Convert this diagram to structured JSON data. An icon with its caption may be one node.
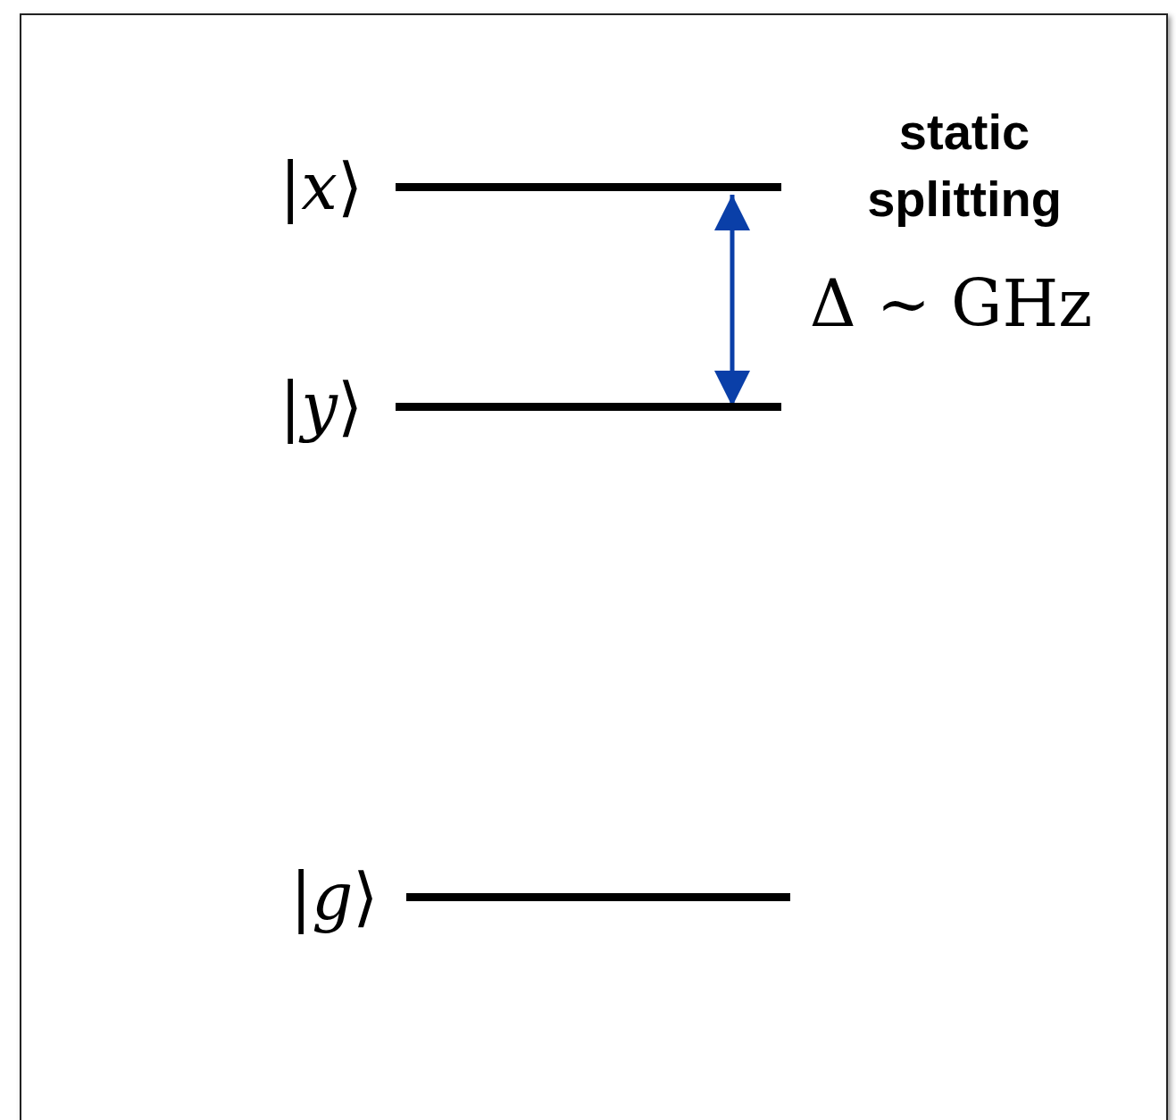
{
  "diagram": {
    "nodes": [
      {
        "text": [],
        "shape": "bar",
        "beside": [
          "|*x*⟩"
        ]
      },
      {
        "text": [],
        "shape": "bar",
        "beside": [
          "|*y*⟩"
        ]
      },
      {
        "text": [],
        "shape": "bar",
        "beside": [
          "|*g*⟩"
        ]
      }
    ],
    "edges": [
      {
        "from": 0,
        "to": 1,
        "arrow": "both",
        "color": "#0a3fa8"
      }
    ],
    "labels": [
      "static splitting",
      "Δ ∼ GHz"
    ]
  }
}
